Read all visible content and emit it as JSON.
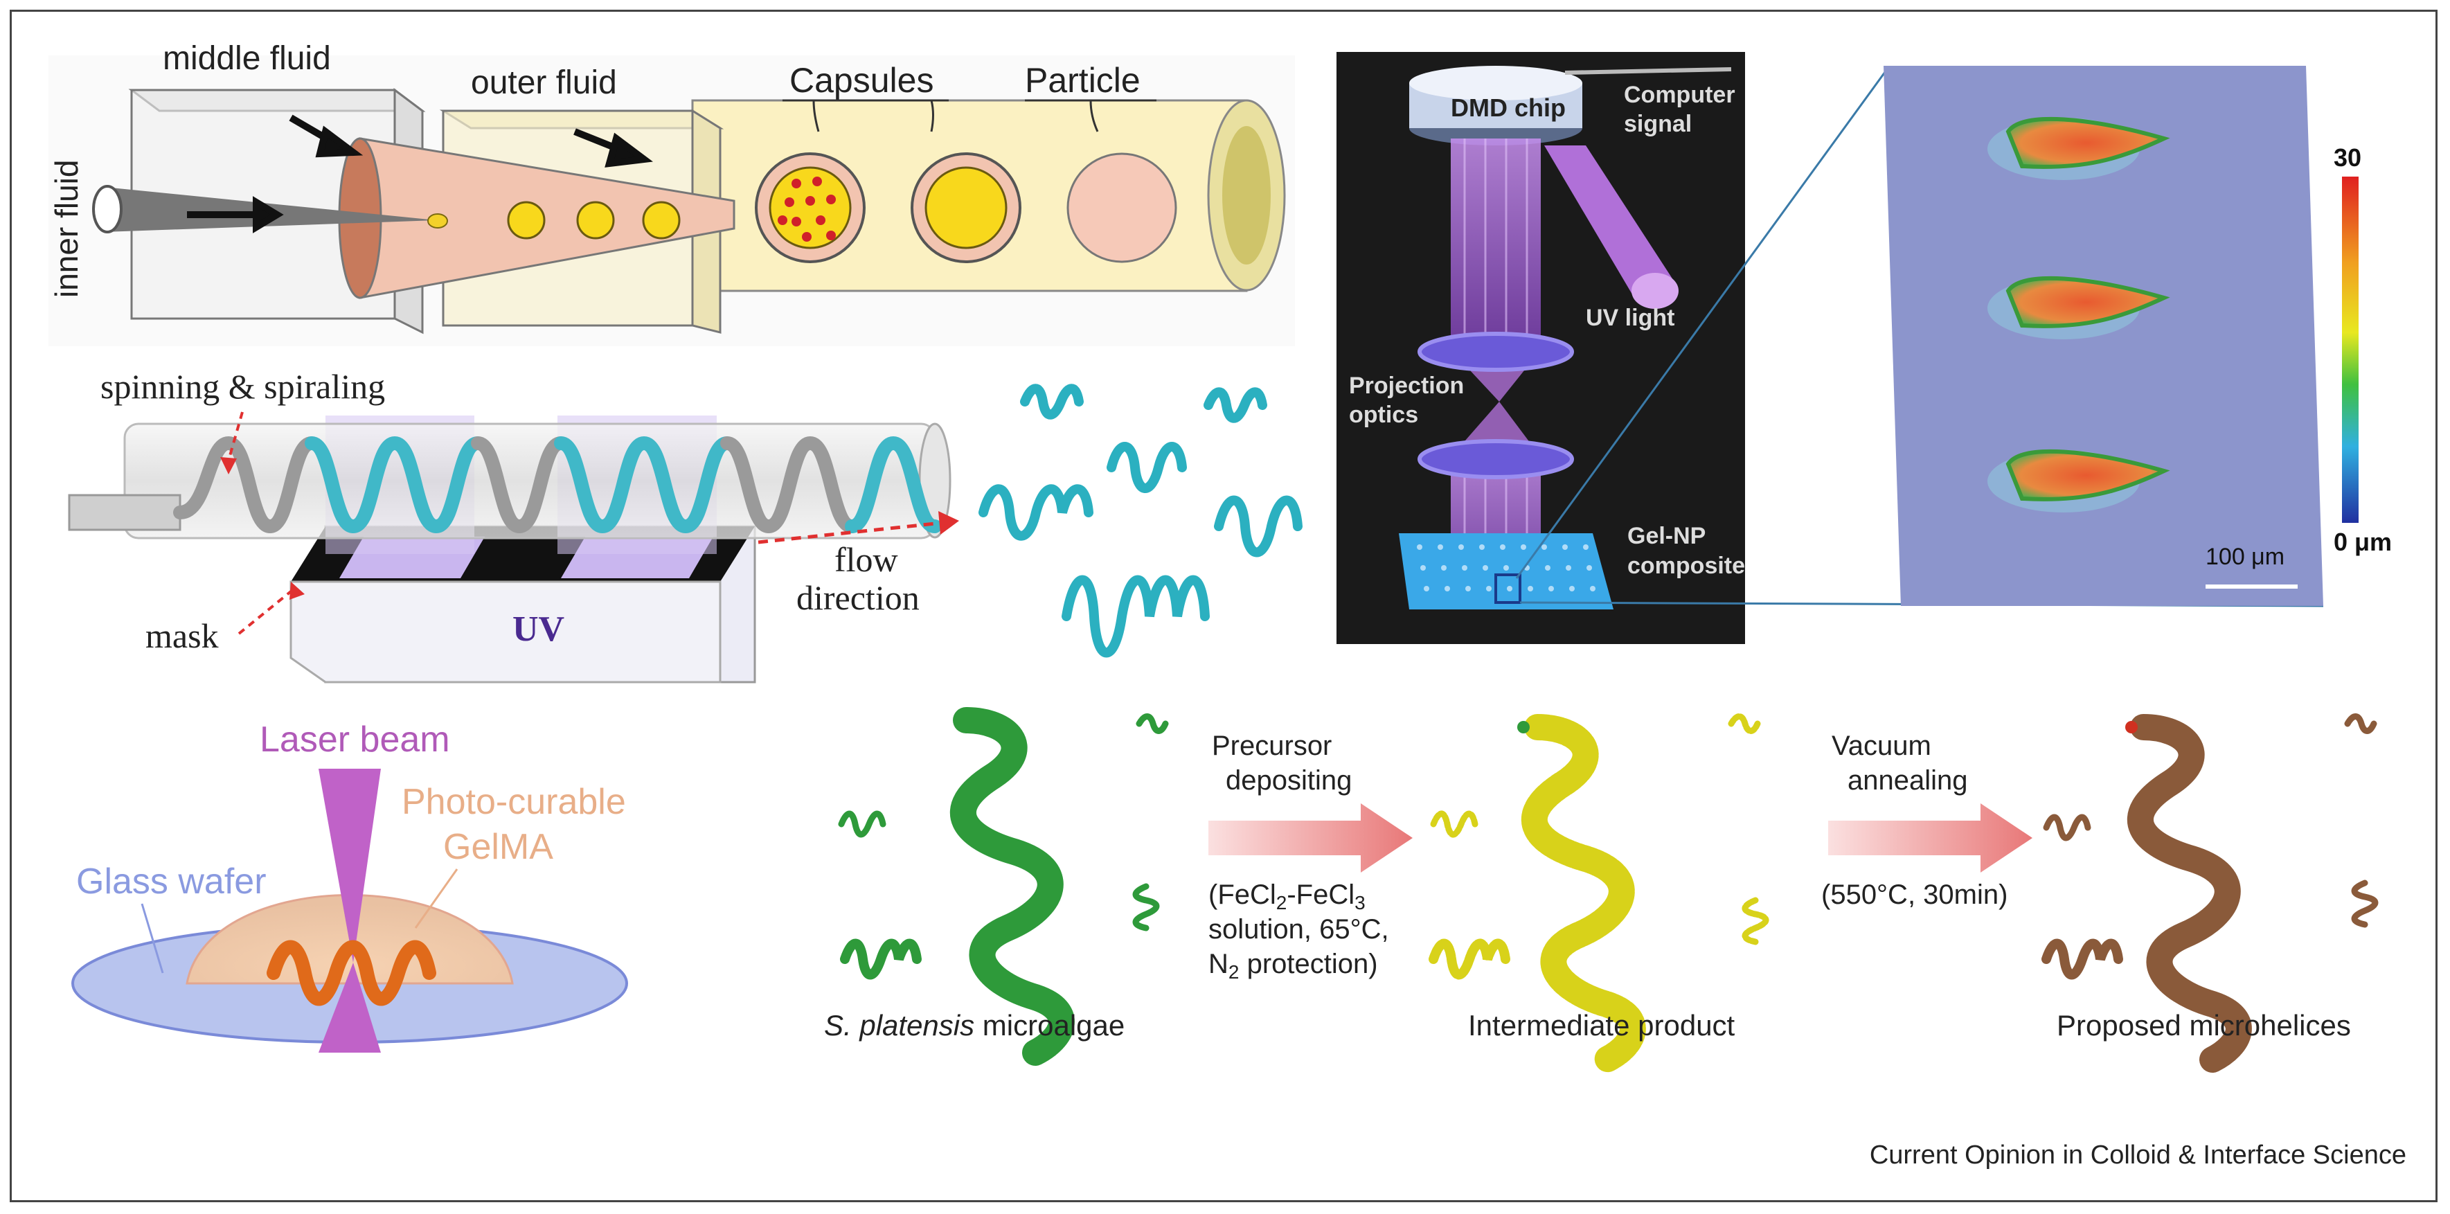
{
  "panel_a": {
    "label_middle_fluid": "middle fluid",
    "label_outer_fluid": "outer fluid",
    "label_inner_fluid": "inner fluid",
    "label_capsules": "Capsules",
    "label_particle": "Particle"
  },
  "panel_b": {
    "label_spinning": "spinning & spiraling",
    "label_mask": "mask",
    "label_uv": "UV",
    "label_flow_line1": "flow",
    "label_flow_line2": "direction"
  },
  "panel_c": {
    "label_dmd": "DMD chip",
    "label_computer_line1": "Computer",
    "label_computer_line2": "signal",
    "label_uv_light": "UV light",
    "label_projection_line1": "Projection",
    "label_projection_line2": "optics",
    "label_gel_line1": "Gel-NP",
    "label_gel_line2": "composite",
    "colorbar_max": "30",
    "colorbar_min": "0 μm",
    "scale_bar": "100 μm",
    "colors": {
      "background": "#1a1a1a",
      "beam": "#a35ad0",
      "heatmap_bg": "#8c95cc"
    }
  },
  "panel_d": {
    "label_laser": "Laser beam",
    "label_photo_line1": "Photo-curable",
    "label_photo_line2": "GelMA",
    "label_glass": "Glass wafer"
  },
  "panel_e": {
    "step1_line1": "Precursor",
    "step1_line2": "depositing",
    "cond1_line1": "(FeCl",
    "cond1_sub1": "2",
    "cond1_mid": "-FeCl",
    "cond1_sub2": "3",
    "cond1_line2": "solution, 65°C,",
    "cond1_line3_a": "N",
    "cond1_line3_sub": "2",
    "cond1_line3_b": " protection)",
    "step2_line1": "Vacuum",
    "step2_line2": "annealing",
    "cond2": "(550°C, 30min)",
    "caption_1_italic": "S. platensis",
    "caption_1_rest": " microalgae",
    "caption_2": "Intermediate product",
    "caption_3": "Proposed microhelices",
    "colors": {
      "green": "#2e9a3a",
      "yellow": "#d8d21a",
      "brown": "#8a5a3a",
      "arrow": "#e88a8a"
    }
  },
  "source": "Current Opinion in Colloid & Interface Science"
}
